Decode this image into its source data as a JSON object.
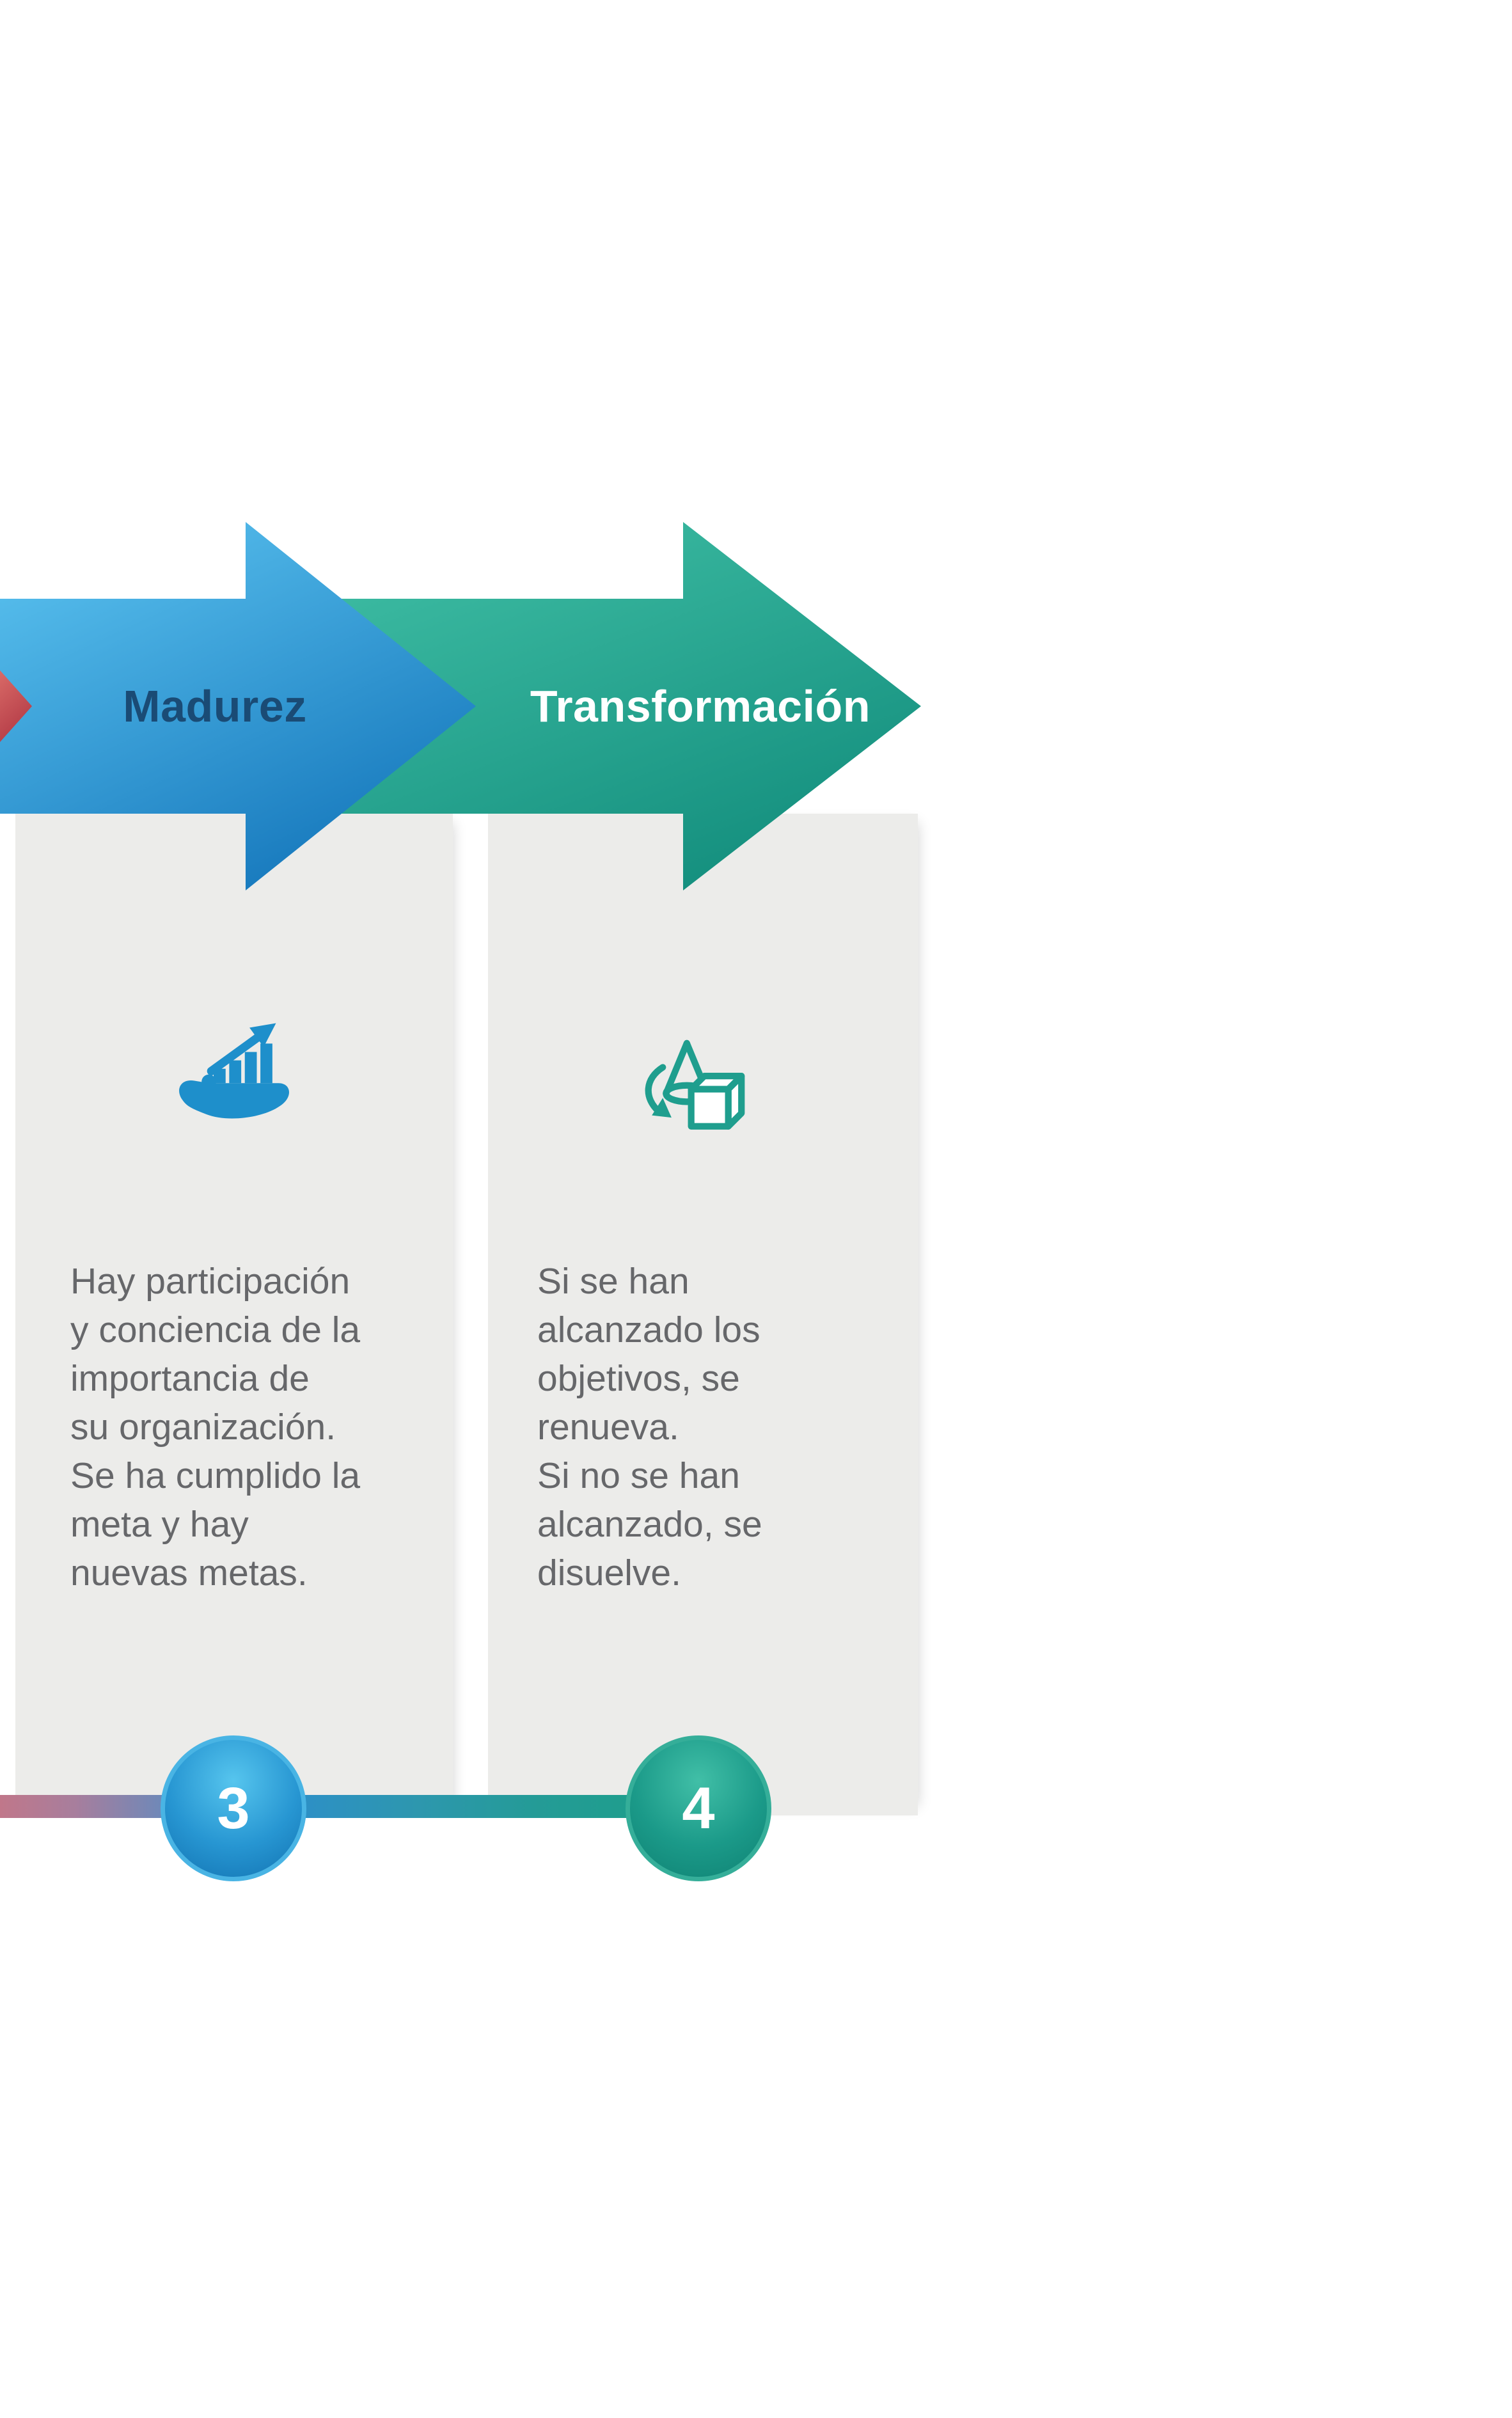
{
  "stages": [
    {
      "number": "3",
      "label": "Madurez",
      "description": "Hay participación\ny conciencia de la\nimportancia de\nsu organización.\nSe ha cumplido la\nmeta y hay\nnuevas metas.",
      "icon": "growth-chart-in-hand-icon",
      "accent_color": "#1E8FCB"
    },
    {
      "number": "4",
      "label": "Transformación",
      "description": "Si se han\nalcanzado los\nobjetivos, se\nrenueva.\nSi no se han\nalcanzado, se\ndisuelve.",
      "icon": "transformation-shapes-icon",
      "accent_color": "#1F9E8E"
    }
  ],
  "colors": {
    "stage3_arrow_light": "#5EC6F2",
    "stage3_arrow_dark": "#1779BD",
    "stage3_label_text": "#1A4B75",
    "stage4_arrow_light": "#41C0A6",
    "stage4_arrow_dark": "#15907F",
    "stage4_label_text": "#FFFFFF",
    "previous_stage_red": "#C94550",
    "panel_background": "#ECECEA",
    "body_text": "#66676A",
    "timeline_rose": "#BE7386",
    "timeline_blue": "#3390C8",
    "timeline_teal": "#1D9D8D"
  }
}
